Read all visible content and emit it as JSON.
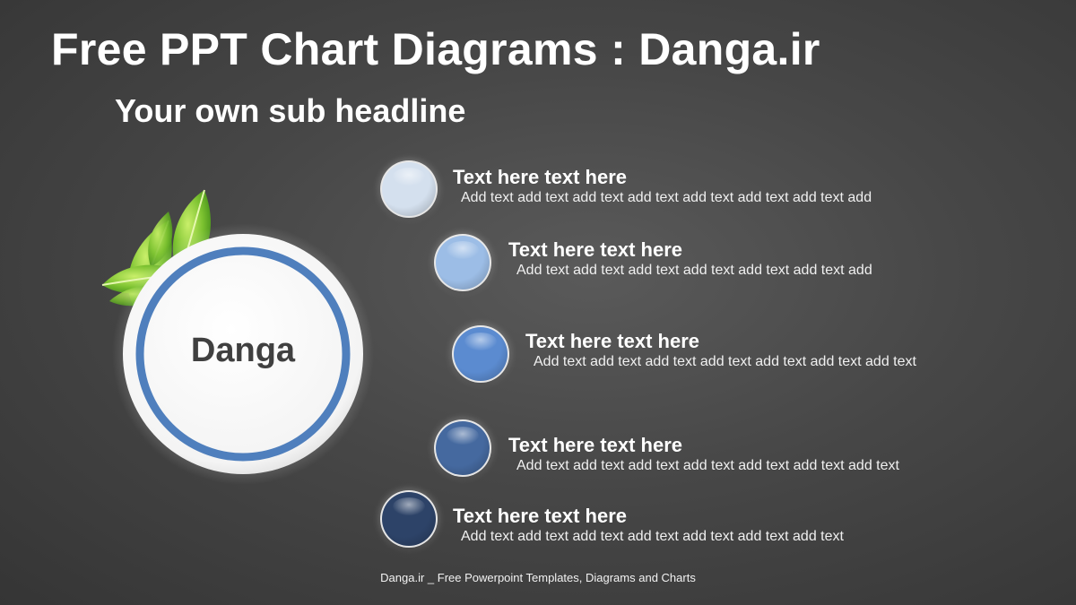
{
  "title": "Free PPT Chart Diagrams : Danga.ir",
  "subtitle": "Your own sub headline",
  "hub": {
    "label": "Danga",
    "ring_color": "#4f7fbd"
  },
  "items": [
    {
      "heading": "Text here text here",
      "desc": "Add text add text add text add text add text add text add text add",
      "color": "#d4e0ee"
    },
    {
      "heading": "Text here text here",
      "desc": "Add text add text add text add text add text add text add",
      "color": "#9cbde6"
    },
    {
      "heading": "Text here text here",
      "desc": "Add text add text add text add text add text add text add text",
      "color": "#5b8bd0"
    },
    {
      "heading": "Text here text here",
      "desc": "Add text add text add text add text add text add text add text",
      "color": "#45699f"
    },
    {
      "heading": "Text here text here",
      "desc": "Add text add text add text add text add text add text add text",
      "color": "#2d4368"
    }
  ],
  "footer": "Danga.ir _ Free Powerpoint Templates, Diagrams and Charts"
}
